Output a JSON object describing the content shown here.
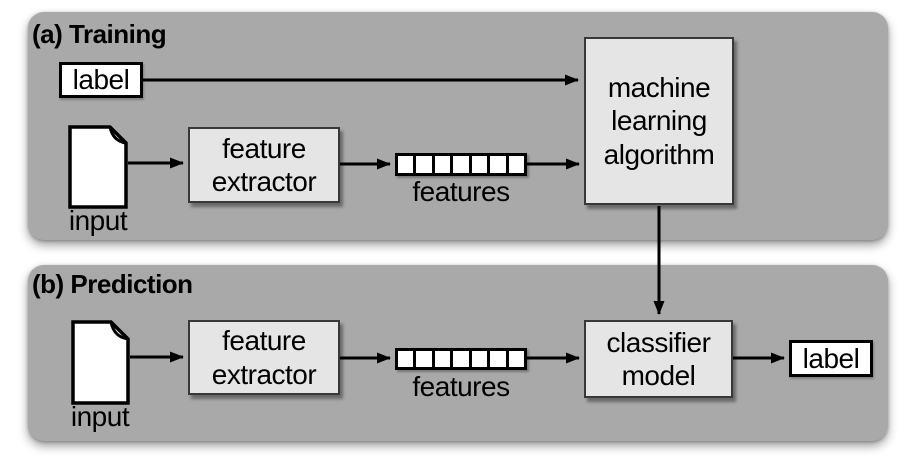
{
  "colors": {
    "panel-bg": "#a9a9a9",
    "node-fill": "#e5e5e5",
    "node-border": "#383838",
    "line": "#000000",
    "white-fill": "#ffffff",
    "page-bg": "#ffffff"
  },
  "training": {
    "title": "(a) Training",
    "label_box": "label",
    "input_caption": "input",
    "feature_extractor_label": "feature extractor",
    "features_caption": "features",
    "features_cells": 7,
    "ml_box_label": "machine learning algorithm"
  },
  "prediction": {
    "title": "(b) Prediction",
    "input_caption": "input",
    "feature_extractor_label": "feature extractor",
    "features_caption": "features",
    "features_cells": 7,
    "classifier_box_label": "classifier model",
    "label_box": "label"
  }
}
